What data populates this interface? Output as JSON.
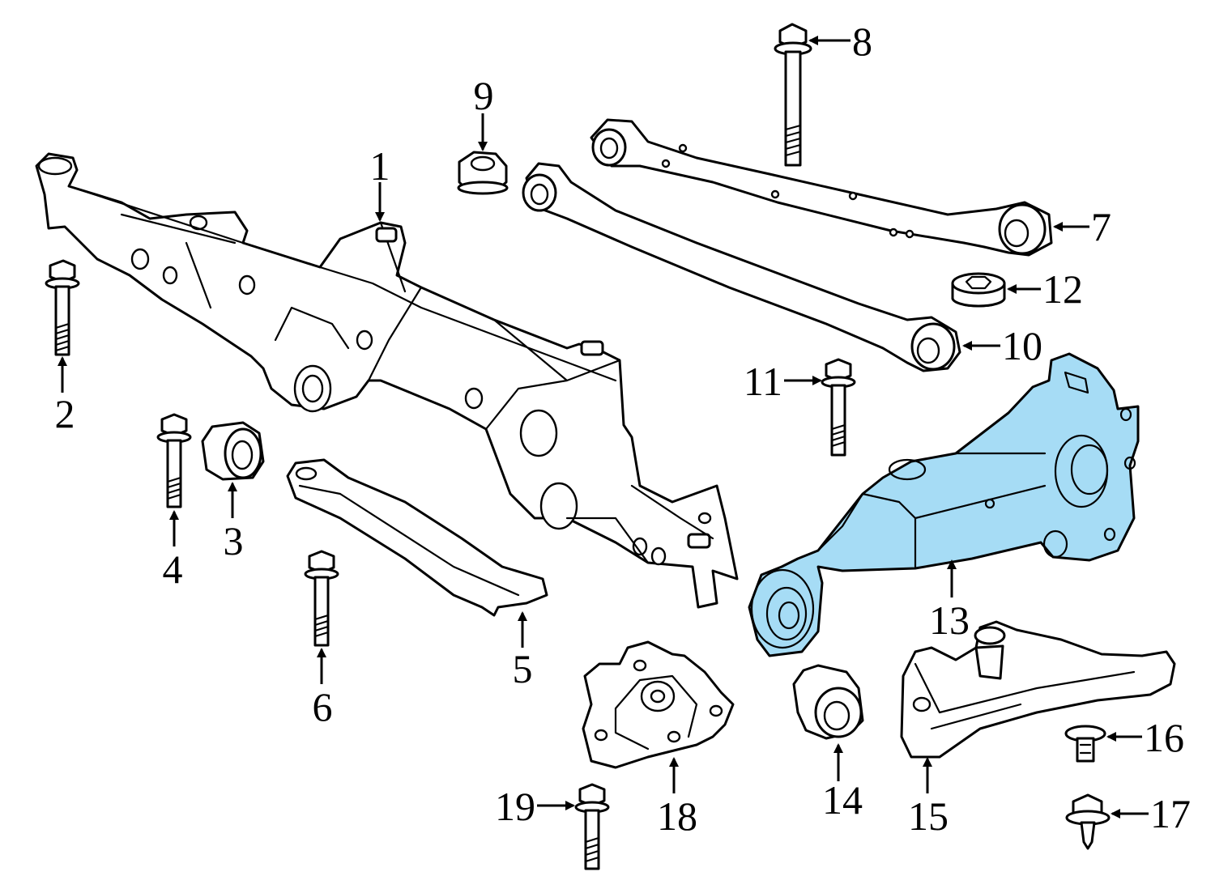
{
  "diagram": {
    "highlight_color": "#a6dcf5",
    "line_color": "#000000",
    "background_color": "#ffffff",
    "callouts": [
      {
        "id": "1",
        "label": "1"
      },
      {
        "id": "2",
        "label": "2"
      },
      {
        "id": "3",
        "label": "3"
      },
      {
        "id": "4",
        "label": "4"
      },
      {
        "id": "5",
        "label": "5"
      },
      {
        "id": "6",
        "label": "6"
      },
      {
        "id": "7",
        "label": "7"
      },
      {
        "id": "8",
        "label": "8"
      },
      {
        "id": "9",
        "label": "9"
      },
      {
        "id": "10",
        "label": "10"
      },
      {
        "id": "11",
        "label": "11"
      },
      {
        "id": "12",
        "label": "12"
      },
      {
        "id": "13",
        "label": "13"
      },
      {
        "id": "14",
        "label": "14"
      },
      {
        "id": "15",
        "label": "15"
      },
      {
        "id": "16",
        "label": "16"
      },
      {
        "id": "17",
        "label": "17"
      },
      {
        "id": "18",
        "label": "18"
      },
      {
        "id": "19",
        "label": "19"
      }
    ]
  }
}
